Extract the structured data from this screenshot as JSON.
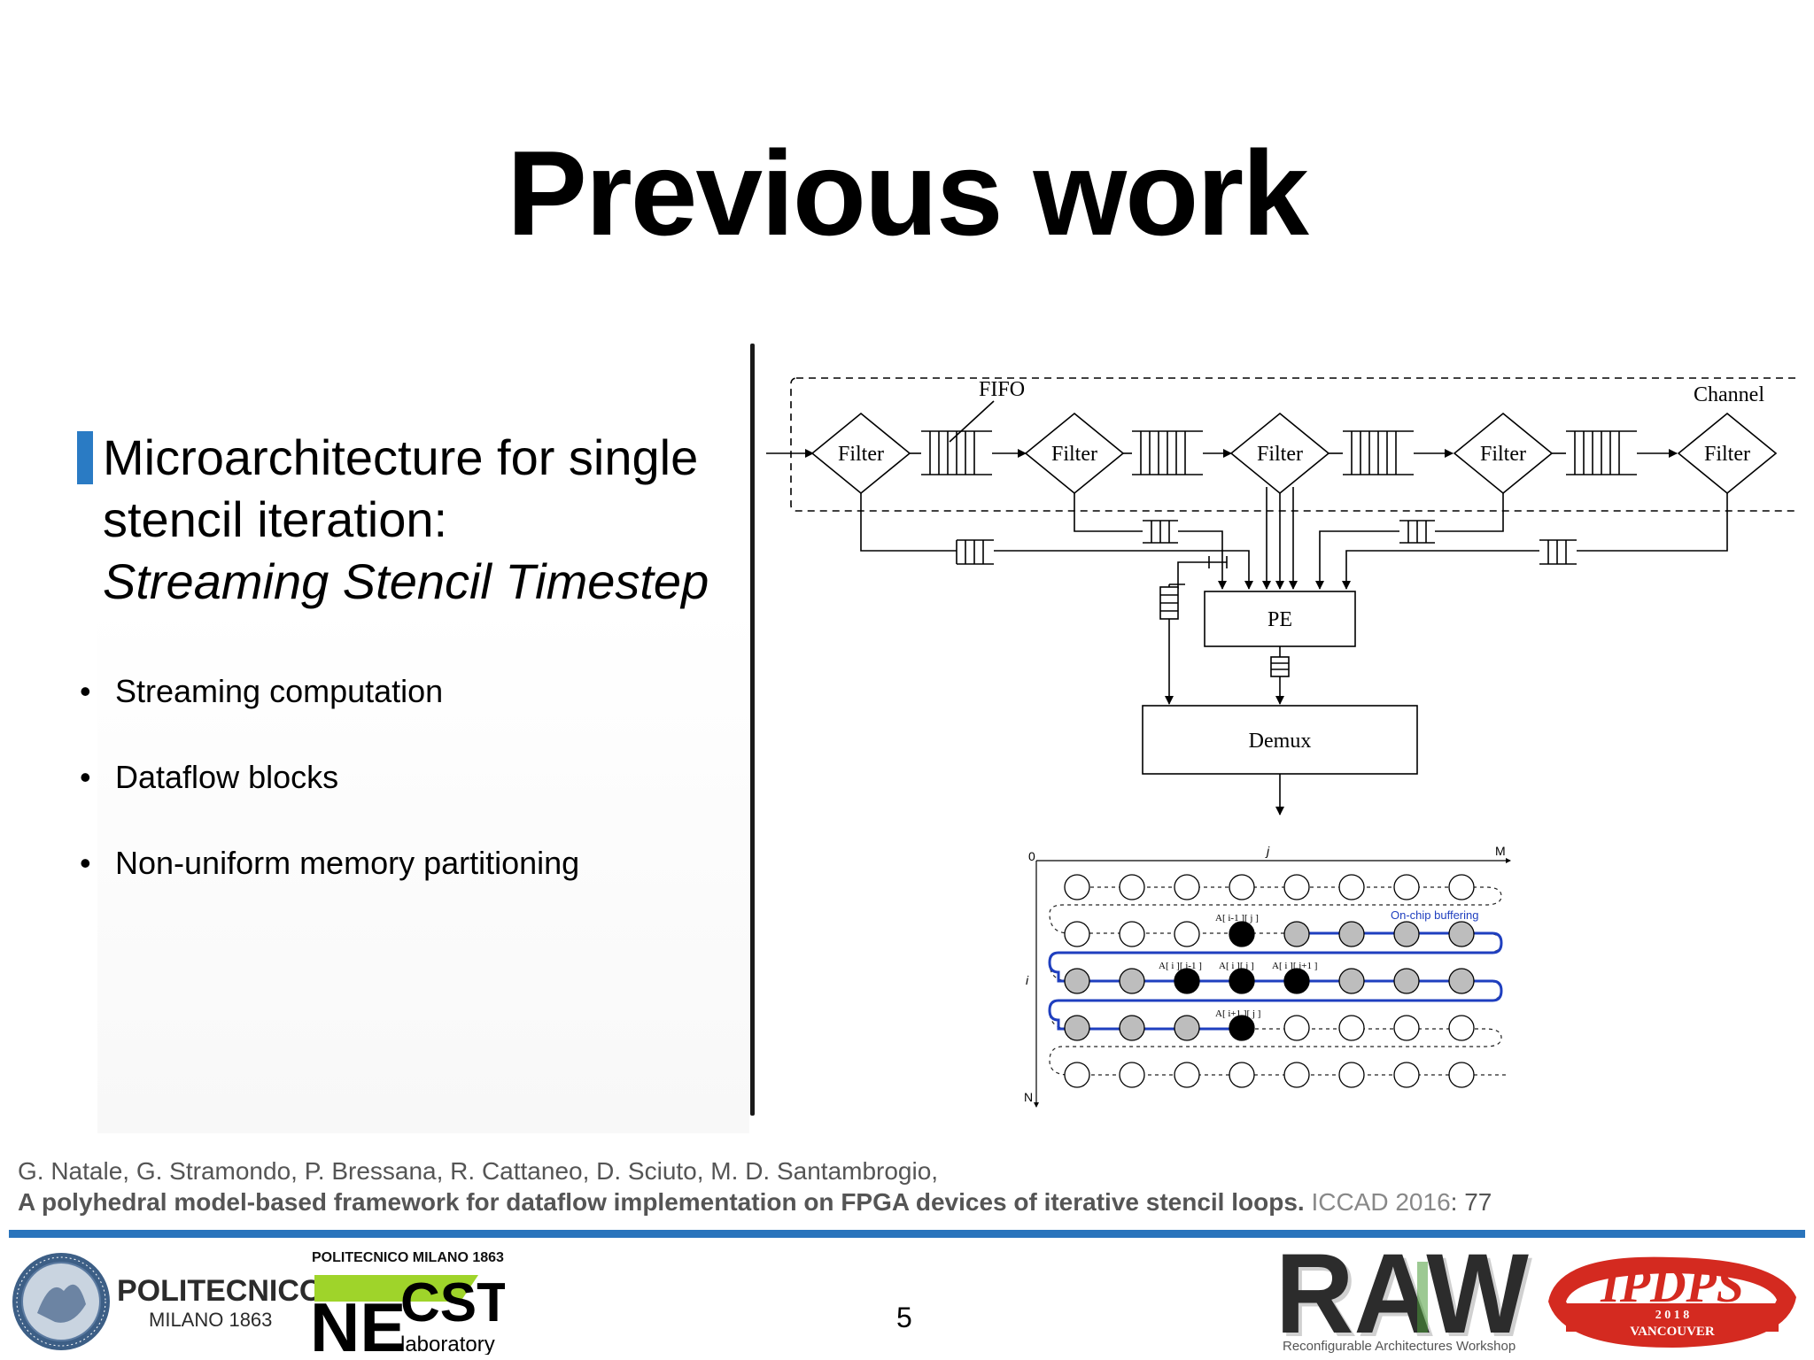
{
  "title": "Previous work",
  "heading": {
    "line1": "Microarchitecture for single",
    "line2": "stencil iteration:",
    "line3": "Streaming Stencil Timestep"
  },
  "bullets": [
    "Streaming computation",
    "Dataflow blocks",
    "Non-uniform memory partitioning"
  ],
  "diagram": {
    "fifo_label": "FIFO",
    "channel_label": "Channel",
    "filter_label": "Filter",
    "pe_label": "PE",
    "demux_label": "Demux"
  },
  "grid": {
    "axis_zero": "0",
    "axis_j": "j",
    "axis_m": "M",
    "axis_i": "i",
    "axis_n": "N",
    "onchip_label": "On-chip buffering",
    "label_up": "A[ i-1 ][ j ]",
    "label_left": "A[ i ][ j-1 ]",
    "label_center": "A[ i ][ j ]",
    "label_right": "A[ i ][ j+1 ]",
    "label_down": "A[ i+1 ][ j ]"
  },
  "citation": {
    "authors": "G. Natale, G. Stramondo, P. Bressana, R. Cattaneo, D. Sciuto, M. D. Santambrogio,",
    "title": "A polyhedral model-based framework for dataflow implementation on FPGA devices of iterative stencil loops.",
    "venue": "ICCAD 2016",
    "page": ": 77"
  },
  "page_number": "5",
  "logos": {
    "polimi_name": "POLITECNICO",
    "polimi_sub": "MILANO 1863",
    "necst_top": "POLITECNICO MILANO 1863",
    "necst_ne": "NE",
    "necst_cst": "CST",
    "necst_lab": "laboratory",
    "raw": "RAW",
    "raw_sub": "Reconfigurable Architectures Workshop",
    "ipdps": "IPDPS",
    "ipdps_year": "2 0 1 8",
    "ipdps_city": "VANCOUVER"
  },
  "colors": {
    "accent_blue": "#2a7bc4",
    "footer_blue": "#2a74bc",
    "buffer_blue": "#1f3fbf",
    "ipdps_red": "#d42a20"
  }
}
